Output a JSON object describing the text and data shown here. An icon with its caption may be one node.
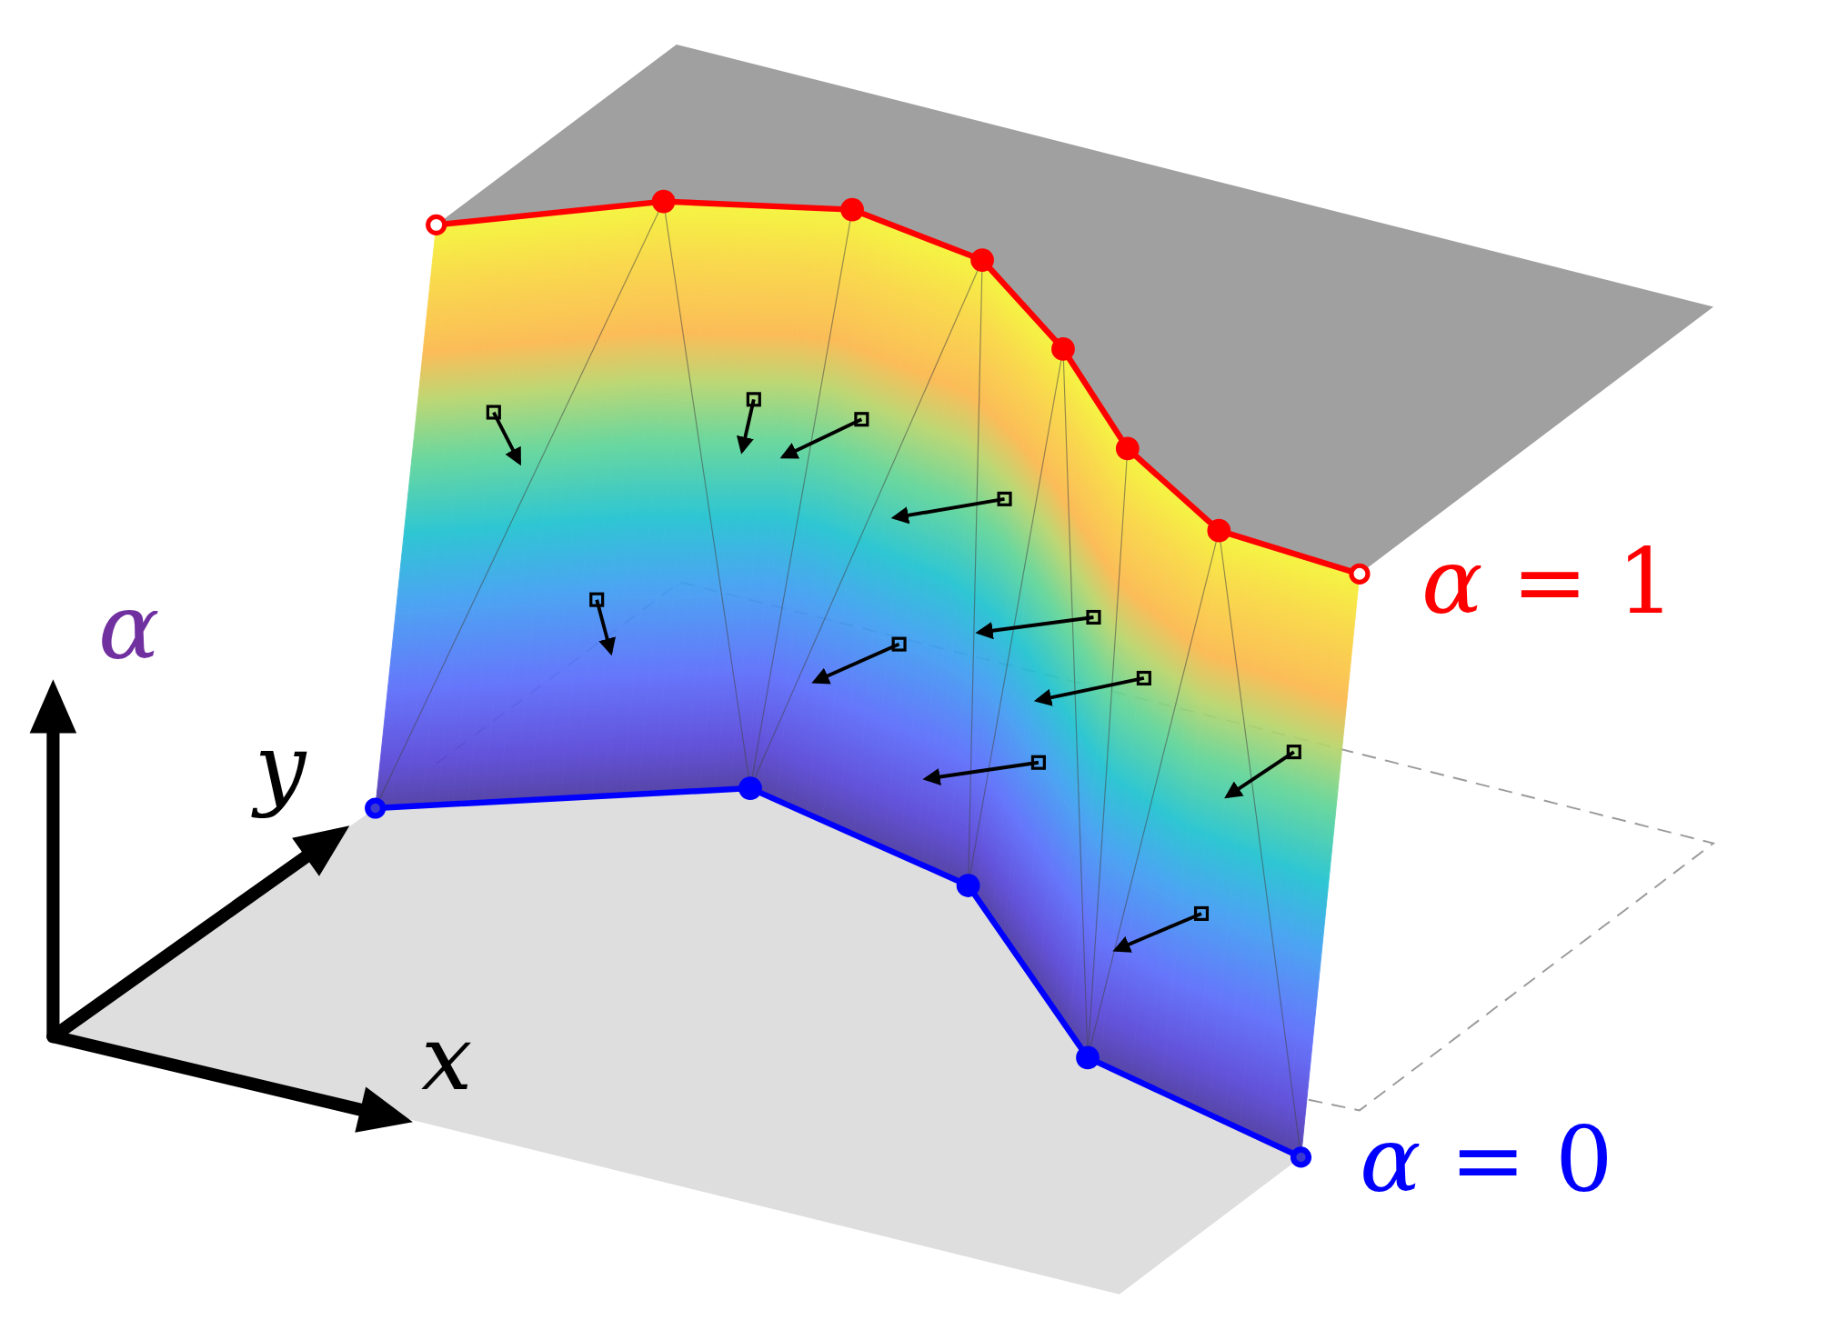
{
  "diagram": {
    "labels": [
      "*α* = 1",
      "α",
      "y",
      "x",
      "*α* = 0"
    ]
  }
}
